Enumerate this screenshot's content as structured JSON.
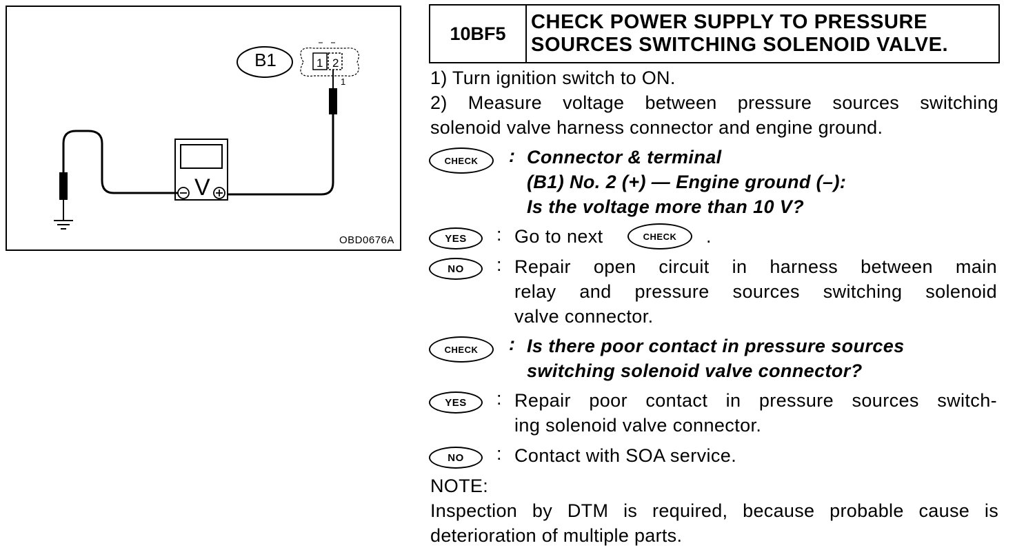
{
  "figure": {
    "connector_label": "B1",
    "pin_left": "1",
    "pin_right": "2",
    "wire_mark": "1",
    "meter_symbol": "V",
    "figure_code": "OBD0676A"
  },
  "header": {
    "step_code": "10BF5",
    "title_line1": "CHECK POWER SUPPLY TO PRESSURE",
    "title_line2": "SOURCES SWITCHING SOLENOID VALVE."
  },
  "steps": {
    "step1": "1)  Turn ignition switch to ON.",
    "step2_line1": "2)  Measure voltage between pressure sources switching",
    "step2_line2": "solenoid valve harness connector and engine ground."
  },
  "badges": {
    "check": "CHECK",
    "yes": "YES",
    "no": "NO"
  },
  "check1": {
    "colon": ":",
    "line1": "Connector & terminal",
    "line2": "(B1) No. 2 (+) — Engine ground (–):",
    "line3": "Is the voltage more than 10 V?"
  },
  "yes1": {
    "colon": ":",
    "text_before": "Go to next",
    "text_after": "."
  },
  "no1": {
    "colon": ":",
    "line1": "Repair open circuit in harness between main",
    "line2": "relay and pressure sources switching solenoid",
    "line3": "valve connector."
  },
  "check2": {
    "colon": ":",
    "line1": "Is there poor contact in pressure sources",
    "line2": "switching solenoid valve connector?"
  },
  "yes2": {
    "colon": ":",
    "line1": "Repair poor contact in pressure sources switch-",
    "line2": "ing solenoid valve connector."
  },
  "no2": {
    "colon": ":",
    "line1": "Contact with SOA service."
  },
  "note": {
    "label": "NOTE:",
    "line1": "Inspection by DTM is required, because probable cause is",
    "line2": "deterioration of multiple parts."
  }
}
